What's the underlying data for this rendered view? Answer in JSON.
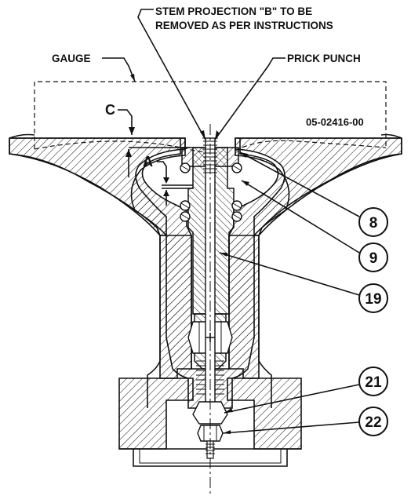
{
  "labels": {
    "stem_projection_line1": "STEM PROJECTION \"B\" TO BE",
    "stem_projection_line2": "REMOVED AS PER INSTRUCTIONS",
    "gauge": "GAUGE",
    "prick_punch": "PRICK PUNCH",
    "part_number": "05-02416-00",
    "dim_c": "C",
    "dim_a": "A"
  },
  "callouts": [
    "8",
    "9",
    "19",
    "21",
    "22"
  ]
}
